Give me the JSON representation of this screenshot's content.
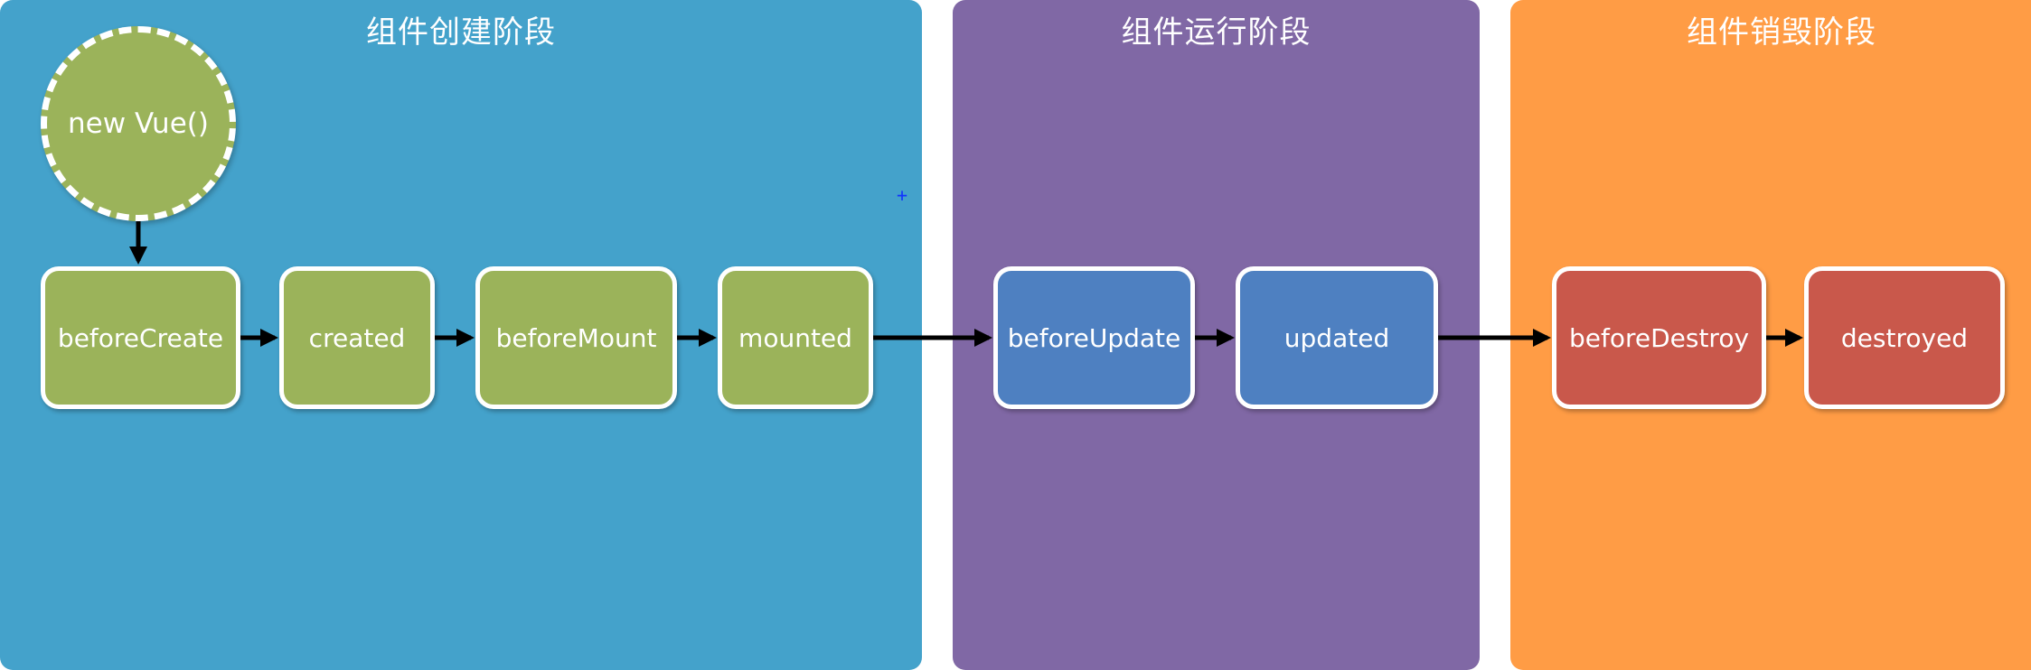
{
  "colors": {
    "create_panel": "#44a2cb",
    "run_panel": "#8068a5",
    "destroy_panel": "#ff9c45",
    "green_node": "#9bb35a",
    "blue_node": "#4e80c1",
    "red_node": "#c9584b",
    "arrow": "#000000"
  },
  "phases": [
    {
      "title": "组件创建阶段"
    },
    {
      "title": "组件运行阶段"
    },
    {
      "title": "组件销毁阶段"
    }
  ],
  "start": {
    "label": "new Vue()"
  },
  "hooks": [
    {
      "label": "beforeCreate"
    },
    {
      "label": "created"
    },
    {
      "label": "beforeMount"
    },
    {
      "label": "mounted"
    },
    {
      "label": "beforeUpdate"
    },
    {
      "label": "updated"
    },
    {
      "label": "beforeDestroy"
    },
    {
      "label": "destroyed"
    }
  ],
  "marker": {
    "glyph": "+"
  }
}
